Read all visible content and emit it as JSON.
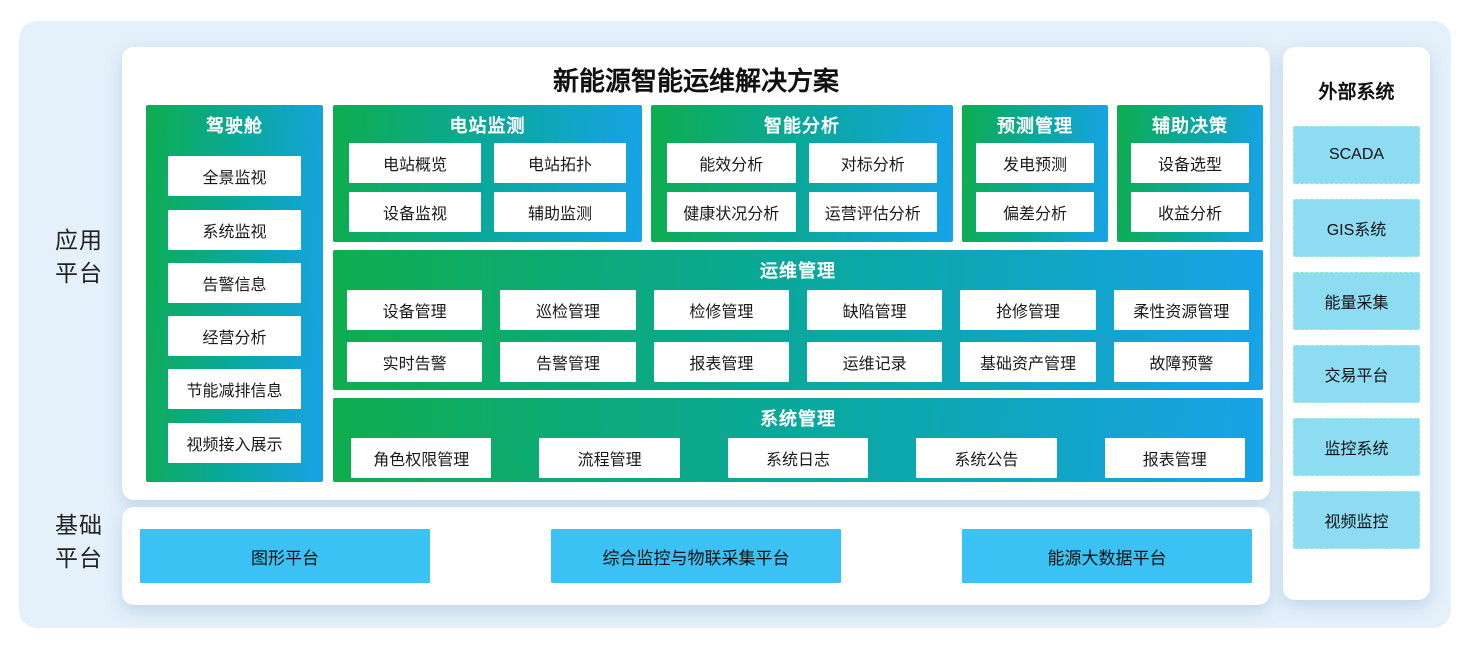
{
  "side_labels": {
    "application": "应用\n平台",
    "base": "基础\n平台"
  },
  "main_card": {
    "title": "新能源智能运维解决方案",
    "cockpit": {
      "title": "驾驶舱",
      "items": [
        "全景监视",
        "系统监视",
        "告警信息",
        "经营分析",
        "节能减排信息",
        "视频接入展示"
      ]
    },
    "top_groups": [
      {
        "title": "电站监测",
        "items": [
          "电站概览",
          "电站拓扑",
          "设备监视",
          "辅助监测"
        ]
      },
      {
        "title": "智能分析",
        "items": [
          "能效分析",
          "对标分析",
          "健康状况分析",
          "运营评估分析"
        ]
      },
      {
        "title": "预测管理",
        "items": [
          "发电预测",
          "偏差分析"
        ]
      },
      {
        "title": "辅助决策",
        "items": [
          "设备选型",
          "收益分析"
        ]
      }
    ],
    "ops_management": {
      "title": "运维管理",
      "items": [
        "设备管理",
        "巡检管理",
        "检修管理",
        "缺陷管理",
        "抢修管理",
        "柔性资源管理",
        "实时告警",
        "告警管理",
        "报表管理",
        "运维记录",
        "基础资产管理",
        "故障预警"
      ]
    },
    "system_management": {
      "title": "系统管理",
      "items": [
        "角色权限管理",
        "流程管理",
        "系统日志",
        "系统公告",
        "报表管理"
      ]
    }
  },
  "base_platform_card": {
    "items": [
      "图形平台",
      "综合监控与物联采集平台",
      "能源大数据平台"
    ]
  },
  "external_systems_card": {
    "title": "外部系统",
    "items": [
      "SCADA",
      "GIS系统",
      "能量采集",
      "交易平台",
      "监控系统",
      "视频监控"
    ]
  },
  "colors": {
    "panel_bg": "#e4f0fa",
    "gradient_start": "#0ead4d",
    "gradient_mid": "#0aa8a0",
    "gradient_end": "#17a3e8",
    "platform_box": "#3bc1f4",
    "external_box_fill": "#8edcf2",
    "external_box_border": "#aeefd7"
  }
}
